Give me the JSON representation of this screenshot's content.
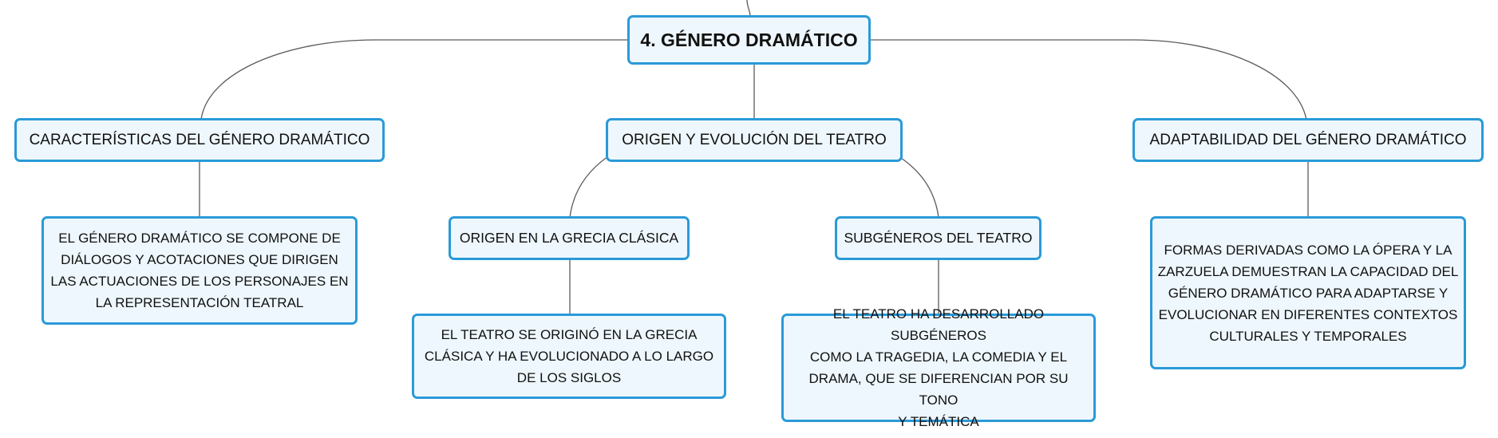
{
  "root": {
    "label": "4. GÉNERO DRAMÁTICO"
  },
  "branches": {
    "caracteristicas": {
      "label": "CARACTERÍSTICAS DEL GÉNERO DRAMÁTICO",
      "detail": [
        "EL GÉNERO DRAMÁTICO SE COMPONE DE",
        "DIÁLOGOS Y ACOTACIONES QUE DIRIGEN",
        "LAS ACTUACIONES DE LOS PERSONAJES EN",
        "LA REPRESENTACIÓN TEATRAL"
      ]
    },
    "origen_evolucion": {
      "label": "ORIGEN Y EVOLUCIÓN DEL TEATRO",
      "children": {
        "grecia": {
          "label": "ORIGEN EN LA GRECIA CLÁSICA",
          "detail": [
            "EL TEATRO SE ORIGINÓ EN LA GRECIA",
            "CLÁSICA Y HA EVOLUCIONADO A LO LARGO",
            "DE LOS SIGLOS"
          ]
        },
        "subgeneros": {
          "label": "SUBGÉNEROS DEL TEATRO",
          "detail": [
            "EL TEATRO HA DESARROLLADO SUBGÉNEROS",
            "COMO LA TRAGEDIA, LA COMEDIA Y EL",
            "DRAMA, QUE SE DIFERENCIAN POR SU TONO",
            "Y TEMÁTICA"
          ]
        }
      }
    },
    "adaptabilidad": {
      "label": "ADAPTABILIDAD DEL GÉNERO DRAMÁTICO",
      "detail": [
        "FORMAS DERIVADAS COMO LA ÓPERA Y LA",
        "ZARZUELA DEMUESTRAN LA CAPACIDAD DEL",
        "GÉNERO DRAMÁTICO PARA ADAPTARSE Y",
        "EVOLUCIONAR EN DIFERENTES CONTEXTOS",
        "CULTURALES Y TEMPORALES"
      ]
    }
  },
  "colors": {
    "border": "#2a9ad8",
    "fill": "#eef7fd",
    "connector": "#5a5a5a"
  }
}
